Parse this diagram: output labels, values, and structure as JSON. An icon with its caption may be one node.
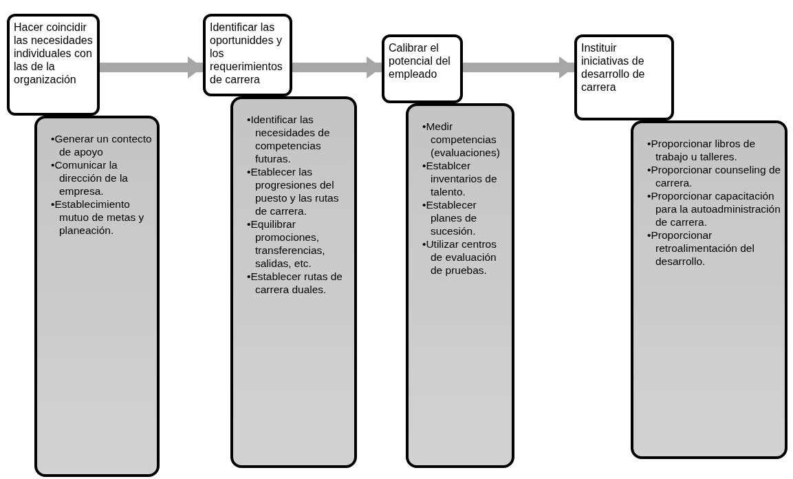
{
  "diagram": {
    "nodes": [
      {
        "text": [
          "Hacer coincidir las necesidades individuales con las de la organización"
        ]
      },
      {
        "text": [
          "•Generar un contecto de apoyo",
          "•Comunicar la dirección de la empresa.",
          "•Establecimiento mutuo de metas y planeación."
        ]
      },
      {
        "text": [
          "Identificar las oportuniddes y los requerimientos de carrera"
        ]
      },
      {
        "text": [
          "•Identificar las necesidades de competencias futuras.",
          "•Etablecer las progresiones del puesto y las rutas de carrera.",
          "•Equilibrar promociones, transferencias, salidas, etc.",
          "•Establecer rutas de carrera duales."
        ]
      },
      {
        "text": [
          "Calibrar el potencial del empleado"
        ]
      },
      {
        "text": [
          "•Medir competencias (evaluaciones)",
          "•Establcer inventarios de talento.",
          "•Establecer planes de sucesión.",
          "•Utilizar centros de evaluación de pruebas."
        ]
      },
      {
        "text": [
          "Instituir iniciativas de desarrollo de carrera"
        ]
      },
      {
        "text": [
          "•Proporcionar libros de trabajo u talleres.",
          "•Proporcionar counseling de carrera.",
          "•Proporcionar capacitación para la autoadministración de carrera.",
          "•Proporcionar retroalimentación del desarrollo."
        ]
      }
    ],
    "edges": [
      {
        "from": 0,
        "to": 2,
        "arrow": "to"
      },
      {
        "from": 2,
        "to": 4,
        "arrow": "to"
      },
      {
        "from": 4,
        "to": 6,
        "arrow": "to"
      }
    ]
  }
}
